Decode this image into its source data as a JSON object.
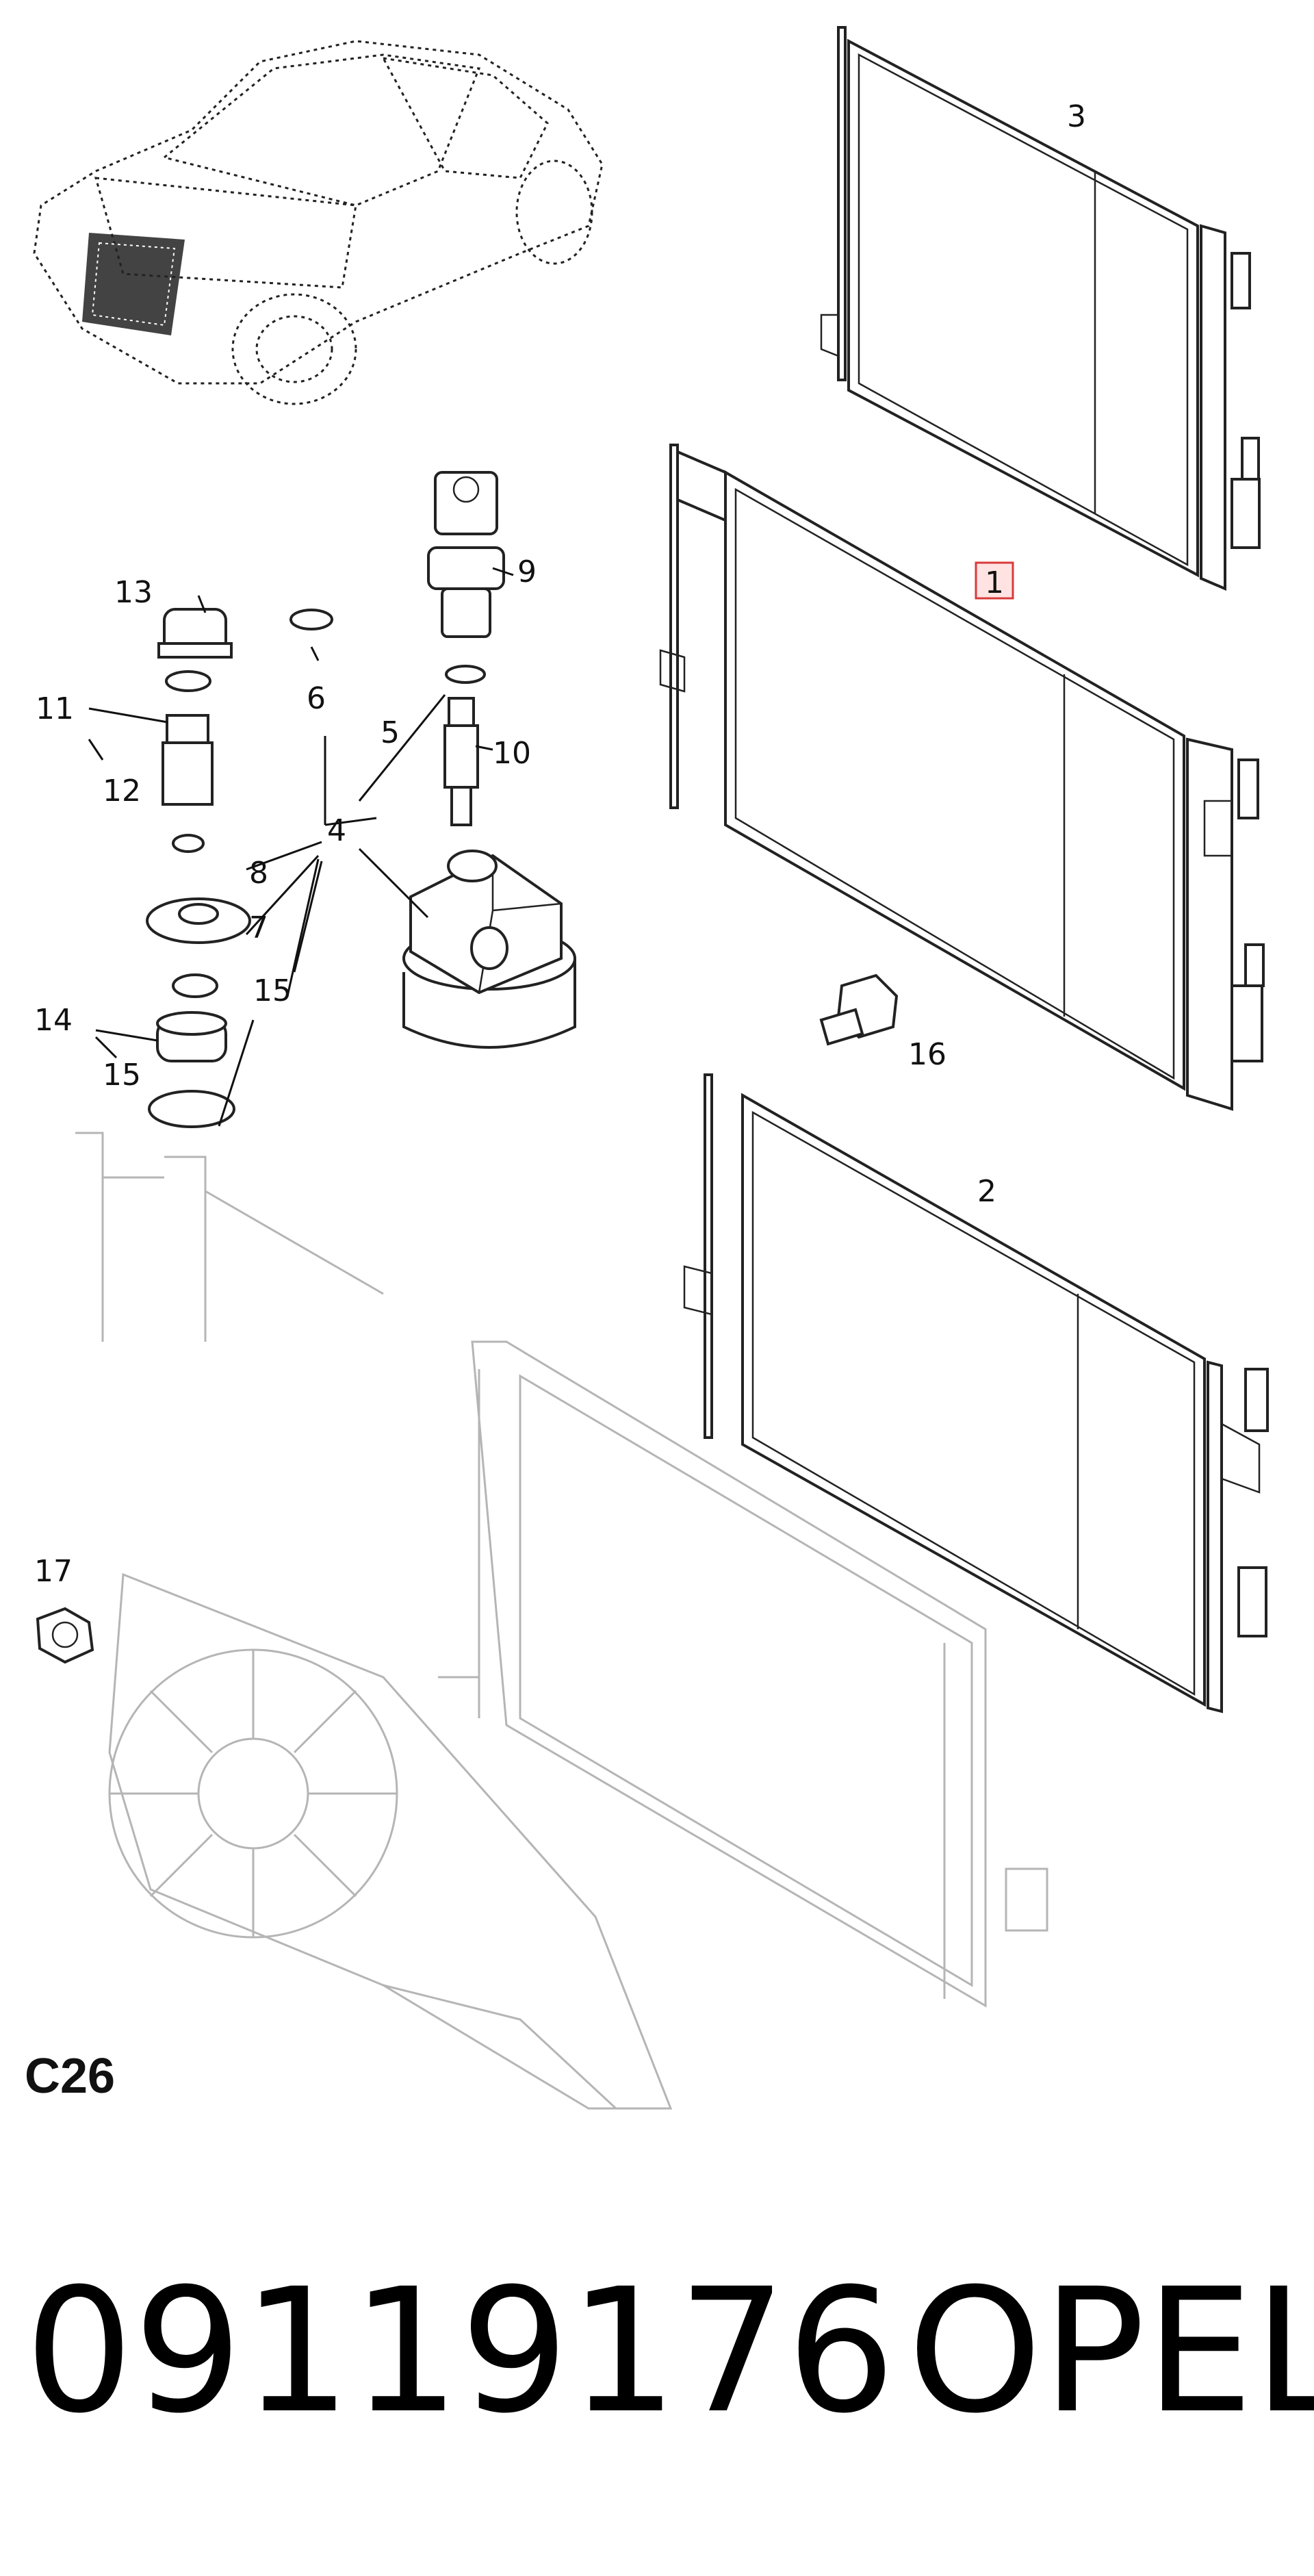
{
  "callouts": [
    "1",
    "2",
    "3",
    "4",
    "5",
    "6",
    "7",
    "8",
    "9",
    "10",
    "11",
    "12",
    "13",
    "14",
    "15",
    "15",
    "16",
    "17"
  ],
  "section_code": "C26",
  "footer": {
    "part_number": "09119176",
    "brand": "OPEL"
  },
  "highlight_callout": "1",
  "colors": {
    "line": "#222222",
    "ghost": "#b5b5b5",
    "highlight_border": "#d93a3a",
    "highlight_fill": "#ffe3e3"
  }
}
